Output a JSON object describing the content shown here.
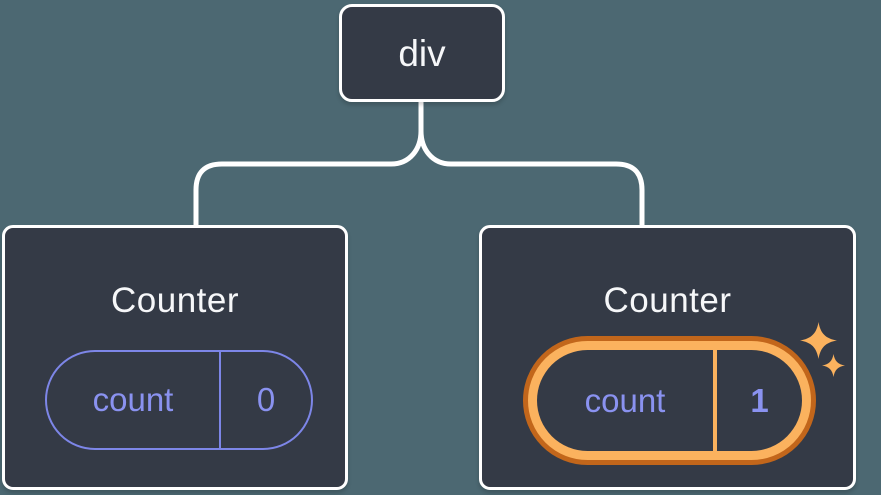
{
  "diagram": {
    "description": "React component tree: a div parent with two Counter children; second Counter's state is highlighted",
    "root_node": {
      "label": "div"
    },
    "child_nodes": [
      {
        "title": "Counter",
        "state": {
          "key": "count",
          "value": "0"
        },
        "highlighted": false
      },
      {
        "title": "Counter",
        "state": {
          "key": "count",
          "value": "1"
        },
        "highlighted": true
      }
    ]
  },
  "colors": {
    "background": "#4C6872",
    "node_fill": "#343A46",
    "node_border": "#FFFFFF",
    "connector_line": "#FFFFFF",
    "text_primary": "#F6F7F9",
    "state_purple_text": "#8A92F0",
    "state_purple_border": "#7D86E8",
    "highlight_orange_light": "#FBB25E",
    "highlight_orange_dark": "#C2661B"
  },
  "icons": {
    "sparkles": "sparkles-icon"
  }
}
